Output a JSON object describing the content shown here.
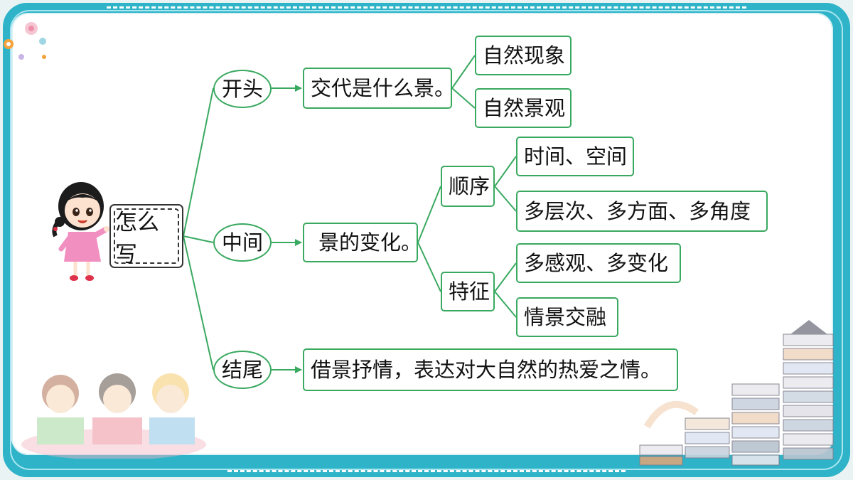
{
  "colors": {
    "frame": "#2fb3c9",
    "connector": "#3aa960",
    "text": "#111111"
  },
  "mindmap": {
    "root": "怎么写",
    "beginning": {
      "label": "开头",
      "detail": "交代是什么景。",
      "items": [
        "自然现象",
        "自然景观"
      ]
    },
    "middle": {
      "label": "中间",
      "detail": "景的变化。",
      "order": {
        "label": "顺序",
        "items": [
          "时间、空间",
          "多层次、多方面、多角度"
        ]
      },
      "feature": {
        "label": "特征",
        "items": [
          "多感观、多变化",
          "情景交融"
        ]
      }
    },
    "ending": {
      "label": "结尾",
      "detail": "借景抒情，表达对大自然的热爱之情。"
    }
  },
  "illustrations": [
    "girl-illustration",
    "reading-kids-illustration",
    "book-stack-illustration",
    "corner-flower-decoration"
  ]
}
